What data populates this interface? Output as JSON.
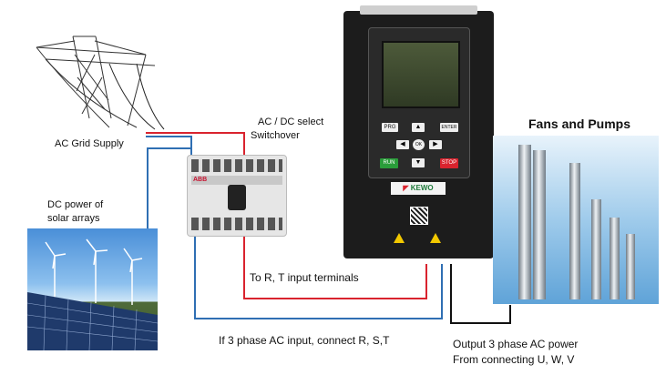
{
  "labels": {
    "grid": "AC Grid Supply",
    "switch_line1": "AC / DC select",
    "switch_line2": "Switchover",
    "solar_line1": "DC power of",
    "solar_line2": "solar  arrays",
    "fans": "Fans and Pumps",
    "rt": "To R,  T input terminals",
    "ac3": "If 3 phase AC input, connect  R, S,T",
    "out_line1": "Output 3 phase  AC power",
    "out_line2": "From connecting U, W, V"
  },
  "inverter": {
    "brand": "KEWO",
    "buttons": [
      "PRG",
      "ENTER",
      "RUN",
      "STOP"
    ]
  },
  "switch": {
    "brand": "ABB"
  },
  "colors": {
    "red_wire": "#d9232e",
    "blue_wire": "#2f6fb3",
    "black_wire": "#111111",
    "run": "#2a9d3a",
    "stop": "#d9232e"
  }
}
